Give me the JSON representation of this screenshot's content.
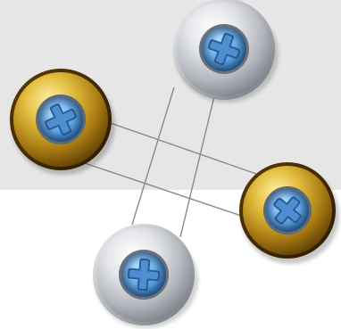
{
  "scene": {
    "background_top_color": "#e6e6e6",
    "background_bottom_color": "#ffffff",
    "wire_color": "#8a8a8a",
    "screws": [
      {
        "name": "silver-screw-top",
        "finish": "silver",
        "rim": "#c9ccd2",
        "head": "#5aa3e0"
      },
      {
        "name": "gold-screw-left",
        "finish": "gold",
        "rim": "#b8901c",
        "head": "#5aa3e0"
      },
      {
        "name": "gold-screw-right",
        "finish": "gold",
        "rim": "#b8901c",
        "head": "#5aa3e0"
      },
      {
        "name": "silver-screw-bottom",
        "finish": "silver",
        "rim": "#c9ccd2",
        "head": "#5aa3e0"
      }
    ]
  }
}
